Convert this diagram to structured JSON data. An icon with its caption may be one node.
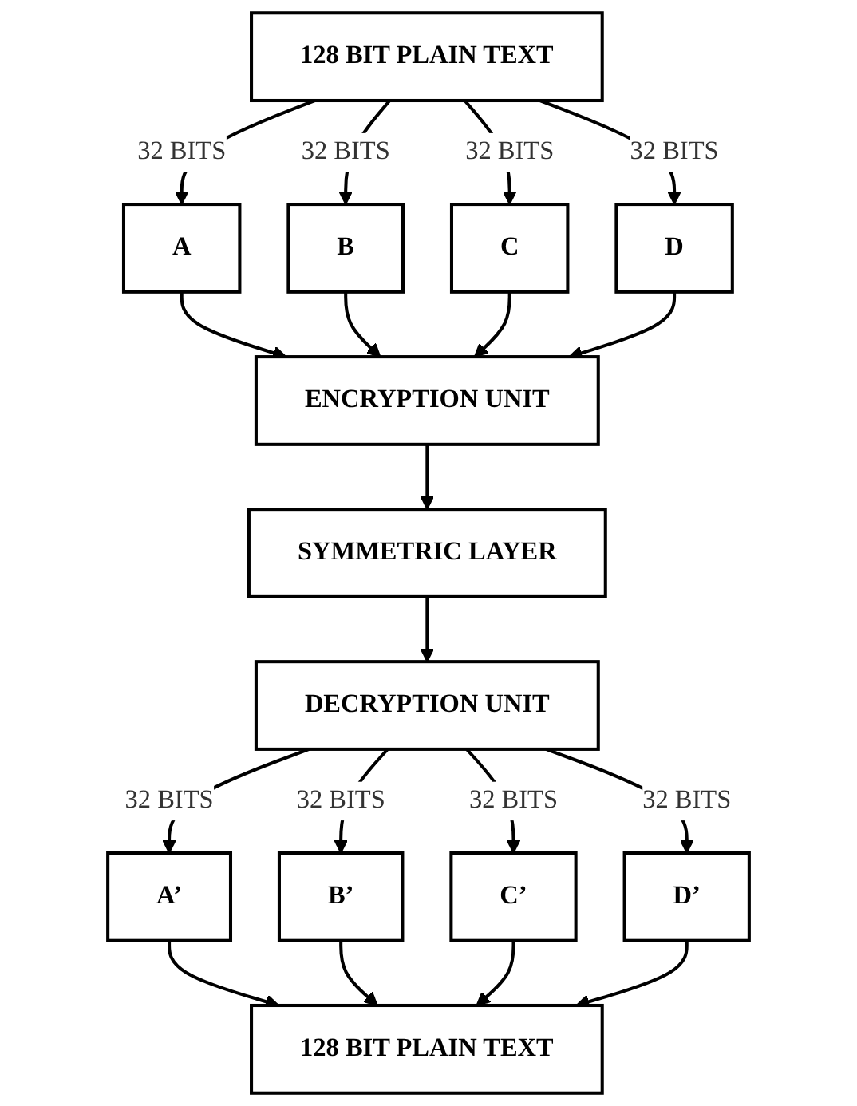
{
  "diagram": {
    "nodes": [
      {
        "text": [
          "128 BIT PLAIN TEXT"
        ]
      },
      {
        "text": [
          "A"
        ]
      },
      {
        "text": [
          "B"
        ]
      },
      {
        "text": [
          "C"
        ]
      },
      {
        "text": [
          "D"
        ]
      },
      {
        "text": [
          "ENCRYPTION UNIT"
        ]
      },
      {
        "text": [
          "SYMMETRIC LAYER"
        ]
      },
      {
        "text": [
          "DECRYPTION UNIT"
        ]
      },
      {
        "text": [
          "A’"
        ]
      },
      {
        "text": [
          "B’"
        ]
      },
      {
        "text": [
          "C’"
        ]
      },
      {
        "text": [
          "D’"
        ]
      },
      {
        "text": [
          "128 BIT PLAIN TEXT"
        ]
      }
    ],
    "edges": [
      {
        "from": 0,
        "to": 1,
        "arrow": "to",
        "label": "32 BITS"
      },
      {
        "from": 0,
        "to": 2,
        "arrow": "to",
        "label": "32 BITS"
      },
      {
        "from": 0,
        "to": 3,
        "arrow": "to",
        "label": "32 BITS"
      },
      {
        "from": 0,
        "to": 4,
        "arrow": "to",
        "label": "32 BITS"
      },
      {
        "from": 1,
        "to": 5,
        "arrow": "to"
      },
      {
        "from": 2,
        "to": 5,
        "arrow": "to"
      },
      {
        "from": 3,
        "to": 5,
        "arrow": "to"
      },
      {
        "from": 4,
        "to": 5,
        "arrow": "to"
      },
      {
        "from": 5,
        "to": 6,
        "arrow": "to"
      },
      {
        "from": 6,
        "to": 7,
        "arrow": "to"
      },
      {
        "from": 7,
        "to": 8,
        "arrow": "to",
        "label": "32 BITS"
      },
      {
        "from": 7,
        "to": 9,
        "arrow": "to",
        "label": "32 BITS"
      },
      {
        "from": 7,
        "to": 10,
        "arrow": "to",
        "label": "32 BITS"
      },
      {
        "from": 7,
        "to": 11,
        "arrow": "to",
        "label": "32 BITS"
      },
      {
        "from": 8,
        "to": 12,
        "arrow": "to"
      },
      {
        "from": 9,
        "to": 12,
        "arrow": "to"
      },
      {
        "from": 10,
        "to": 12,
        "arrow": "to"
      },
      {
        "from": 11,
        "to": 12,
        "arrow": "to"
      }
    ]
  }
}
